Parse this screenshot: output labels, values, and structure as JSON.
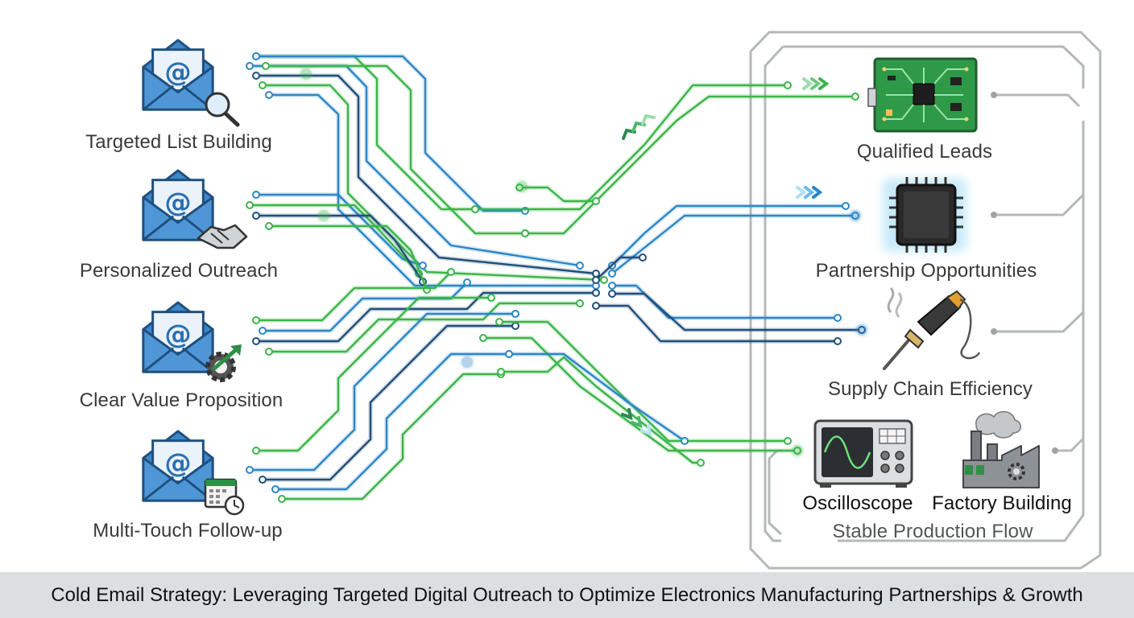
{
  "inputs": [
    {
      "label": "Targeted List Building",
      "icon": "email-search-icon"
    },
    {
      "label": "Personalized Outreach",
      "icon": "email-handshake-icon"
    },
    {
      "label": "Clear Value Proposition",
      "icon": "email-gear-growth-icon"
    },
    {
      "label": "Multi-Touch Follow-up",
      "icon": "email-calendar-icon"
    }
  ],
  "outputs": [
    {
      "label": "Qualified Leads",
      "icon": "circuit-board-icon"
    },
    {
      "label": "Partnership Opportunities",
      "icon": "microchip-icon"
    },
    {
      "label": "Supply Chain Efficiency",
      "icon": "soldering-iron-icon"
    }
  ],
  "bottom_right": {
    "oscilloscope_label": "Oscilloscope",
    "factory_label": "Factory Building",
    "frame_label": "Stable Production Flow"
  },
  "caption": "Cold Email Strategy: Leveraging Targeted Digital Outreach to Optimize Electronics Manufacturing Partnerships & Growth",
  "colors": {
    "green": "#3bb54a",
    "blue": "#2a86c8",
    "navy": "#1f4f7a",
    "envelope": "#3f87c9",
    "frame_grey": "#b5b8ba",
    "caption_bg": "#dcdfe1"
  }
}
